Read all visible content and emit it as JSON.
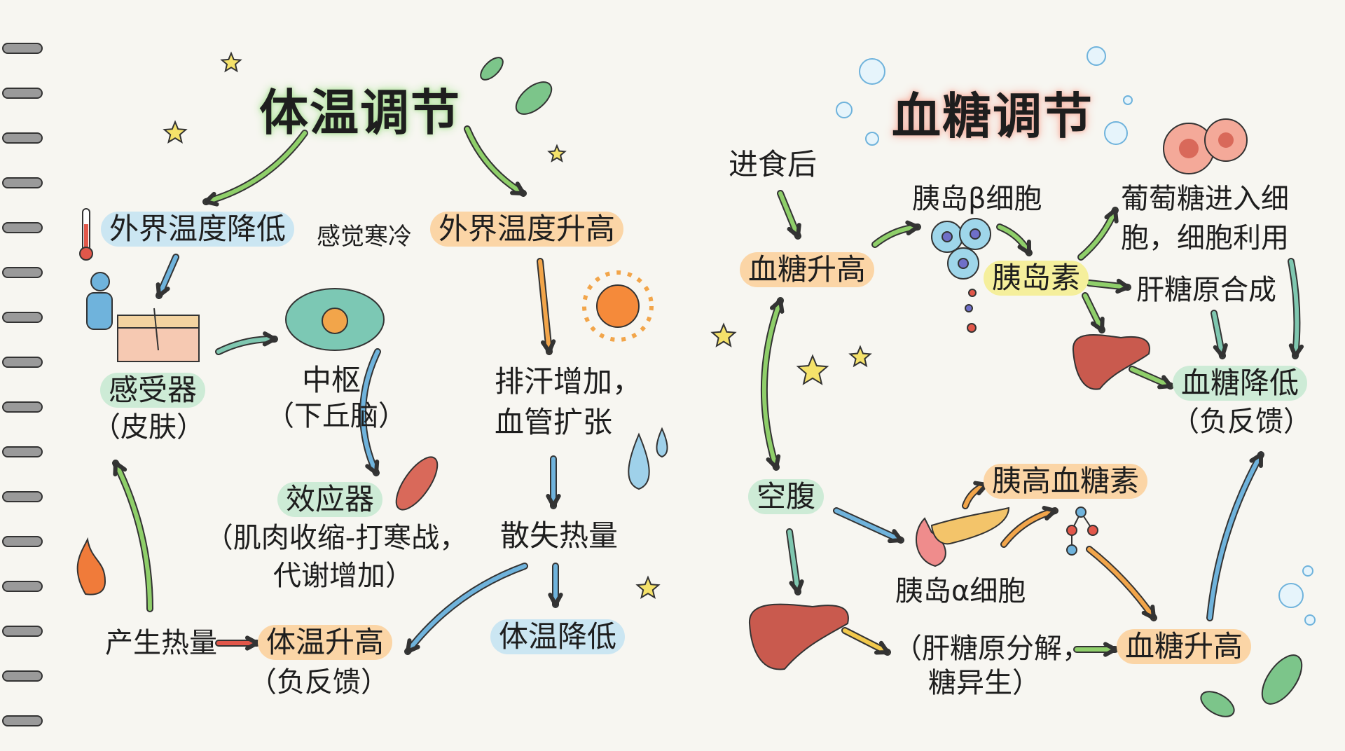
{
  "temperature": {
    "title": "体温调节",
    "ext_low": "外界温度降低",
    "feel_cold": "感觉寒冷",
    "ext_high": "外界温度升高",
    "receptor": "感受器",
    "receptor_sub": "（皮肤）",
    "center": "中枢",
    "center_sub": "（下丘脑）",
    "effector": "效应器",
    "effector_sub1": "（肌肉收缩-打寒战，",
    "effector_sub2": "代谢增加）",
    "heat_produce": "产生热量",
    "temp_rise": "体温升高",
    "temp_rise_sub": "（负反馈）",
    "sweat1": "排汗增加，",
    "sweat2": "血管扩张",
    "heat_loss": "散失热量",
    "temp_drop": "体温降低"
  },
  "glucose": {
    "title": "血糖调节",
    "after_meal": "进食后",
    "glucose_high": "血糖升高",
    "beta_cell": "胰岛β细胞",
    "insulin": "胰岛素",
    "uptake1": "葡萄糖进入细",
    "uptake2": "胞，细胞利用",
    "glycogen_syn": "肝糖原合成",
    "glucose_low": "血糖降低",
    "glucose_low_sub": "（负反馈）",
    "fasting": "空腹",
    "glucagon": "胰高血糖素",
    "alpha_cell": "胰岛α细胞",
    "breakdown1": "（肝糖原分解，",
    "breakdown2": "糖异生）",
    "glucose_high2": "血糖升高"
  },
  "colors": {
    "green": "#8fcf6a",
    "blue": "#6fb3dc",
    "orange": "#f2a54a",
    "red": "#e2574a",
    "teal": "#7fc7b0",
    "yellow": "#f2c94c"
  }
}
